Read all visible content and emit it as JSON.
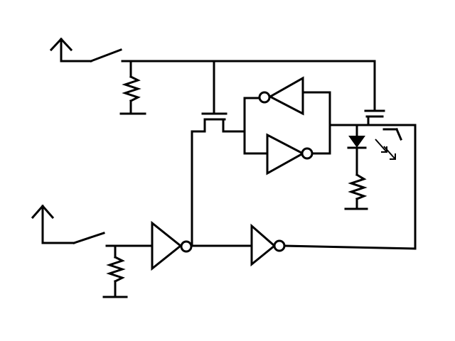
{
  "diagram": {
    "stroke_color": "#000000",
    "background_color": "#ffffff",
    "components": [
      {
        "id": "switch-1",
        "kind": "switch"
      },
      {
        "id": "resistor-1",
        "kind": "pull-down-resistor"
      },
      {
        "id": "switch-2",
        "kind": "switch"
      },
      {
        "id": "resistor-2",
        "kind": "pull-down-resistor"
      },
      {
        "id": "inverter-input",
        "kind": "inverter"
      },
      {
        "id": "inverter-output",
        "kind": "inverter"
      },
      {
        "id": "latch-inverter-top",
        "kind": "inverter"
      },
      {
        "id": "latch-inverter-bottom",
        "kind": "inverter"
      },
      {
        "id": "transistor-left",
        "kind": "transistor"
      },
      {
        "id": "transistor-right",
        "kind": "transistor"
      },
      {
        "id": "led",
        "kind": "led"
      },
      {
        "id": "resistor-3",
        "kind": "pull-down-resistor"
      }
    ]
  }
}
